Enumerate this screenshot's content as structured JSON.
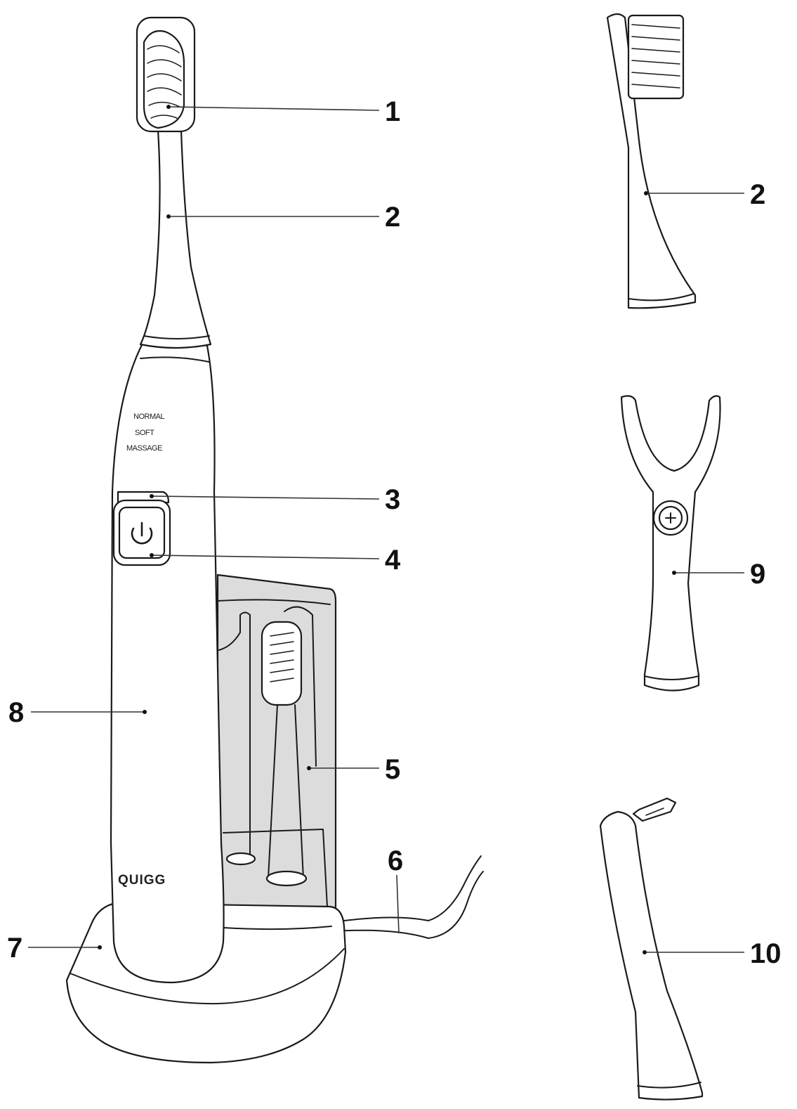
{
  "handle": {
    "modes": [
      "NORMAL",
      "SOFT",
      "MASSAGE"
    ],
    "brand": "QUIGG"
  },
  "callouts": {
    "n1": "1",
    "n2": "2",
    "n2b": "2",
    "n3": "3",
    "n4": "4",
    "n5": "5",
    "n6": "6",
    "n7": "7",
    "n8": "8",
    "n9": "9",
    "n10": "10"
  },
  "colors": {
    "line": "#1a1a1a",
    "holder_fill": "#dcdcdc",
    "background": "#ffffff"
  },
  "icons": {
    "power": "power-icon"
  }
}
